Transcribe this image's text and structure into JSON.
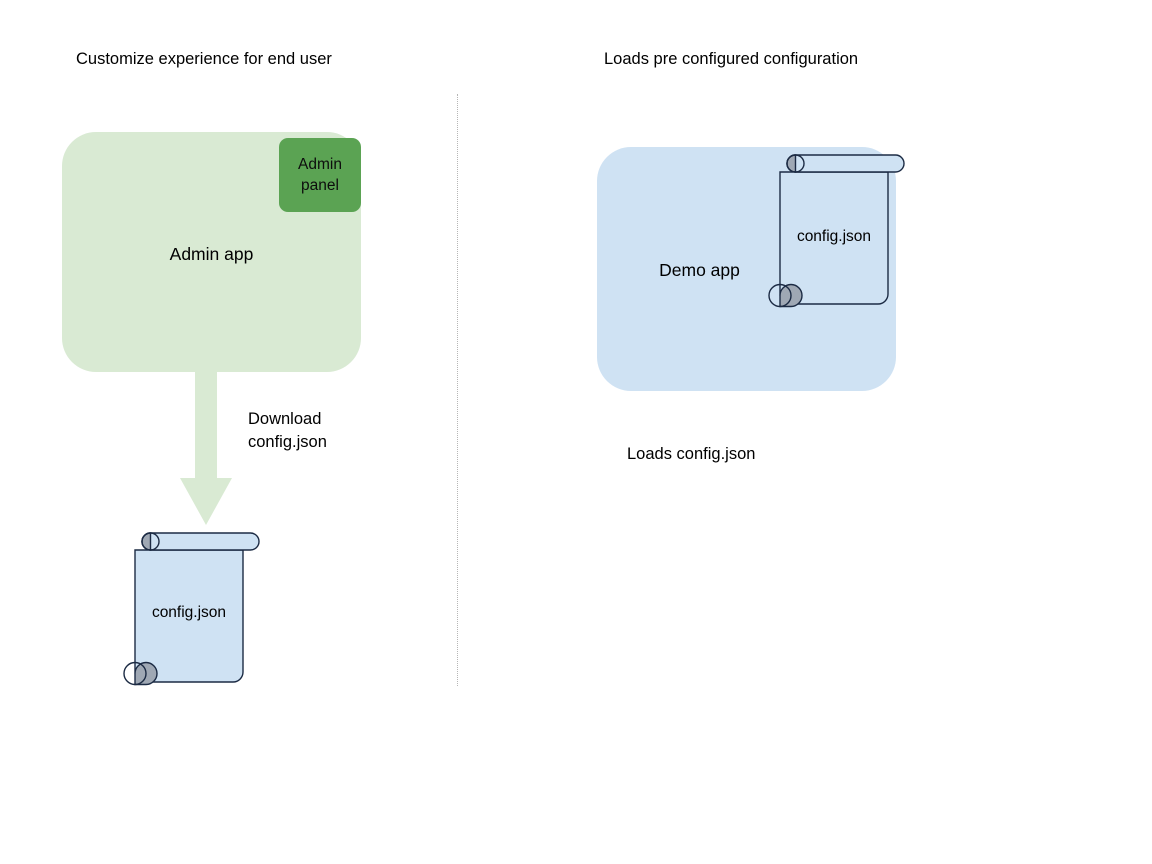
{
  "diagram": {
    "background": "#ffffff",
    "left_section": {
      "title": "Customize experience for end user",
      "app_box": {
        "label": "Admin app",
        "fill": "#d9ead3"
      },
      "badge": {
        "label": "Admin panel",
        "fill": "#5ba353"
      },
      "arrow": {
        "label_line1": "Download",
        "label_line2": "config.json",
        "fill": "#d9ead3",
        "direction": "down"
      },
      "document": {
        "label": "config.json",
        "fill": "#cfe2f3",
        "stroke": "#1c2b44",
        "curl_fill": "#9fa8b4"
      }
    },
    "right_section": {
      "title": "Loads pre configured configuration",
      "app_box": {
        "label": "Demo app",
        "fill": "#cfe2f3"
      },
      "document": {
        "label": "config.json",
        "fill": "#cfe2f3",
        "stroke": "#1c2b44",
        "curl_fill": "#9fa8b4"
      },
      "caption": "Loads config.json"
    },
    "divider": {
      "style": "dotted",
      "color": "#b6b6b6"
    }
  }
}
